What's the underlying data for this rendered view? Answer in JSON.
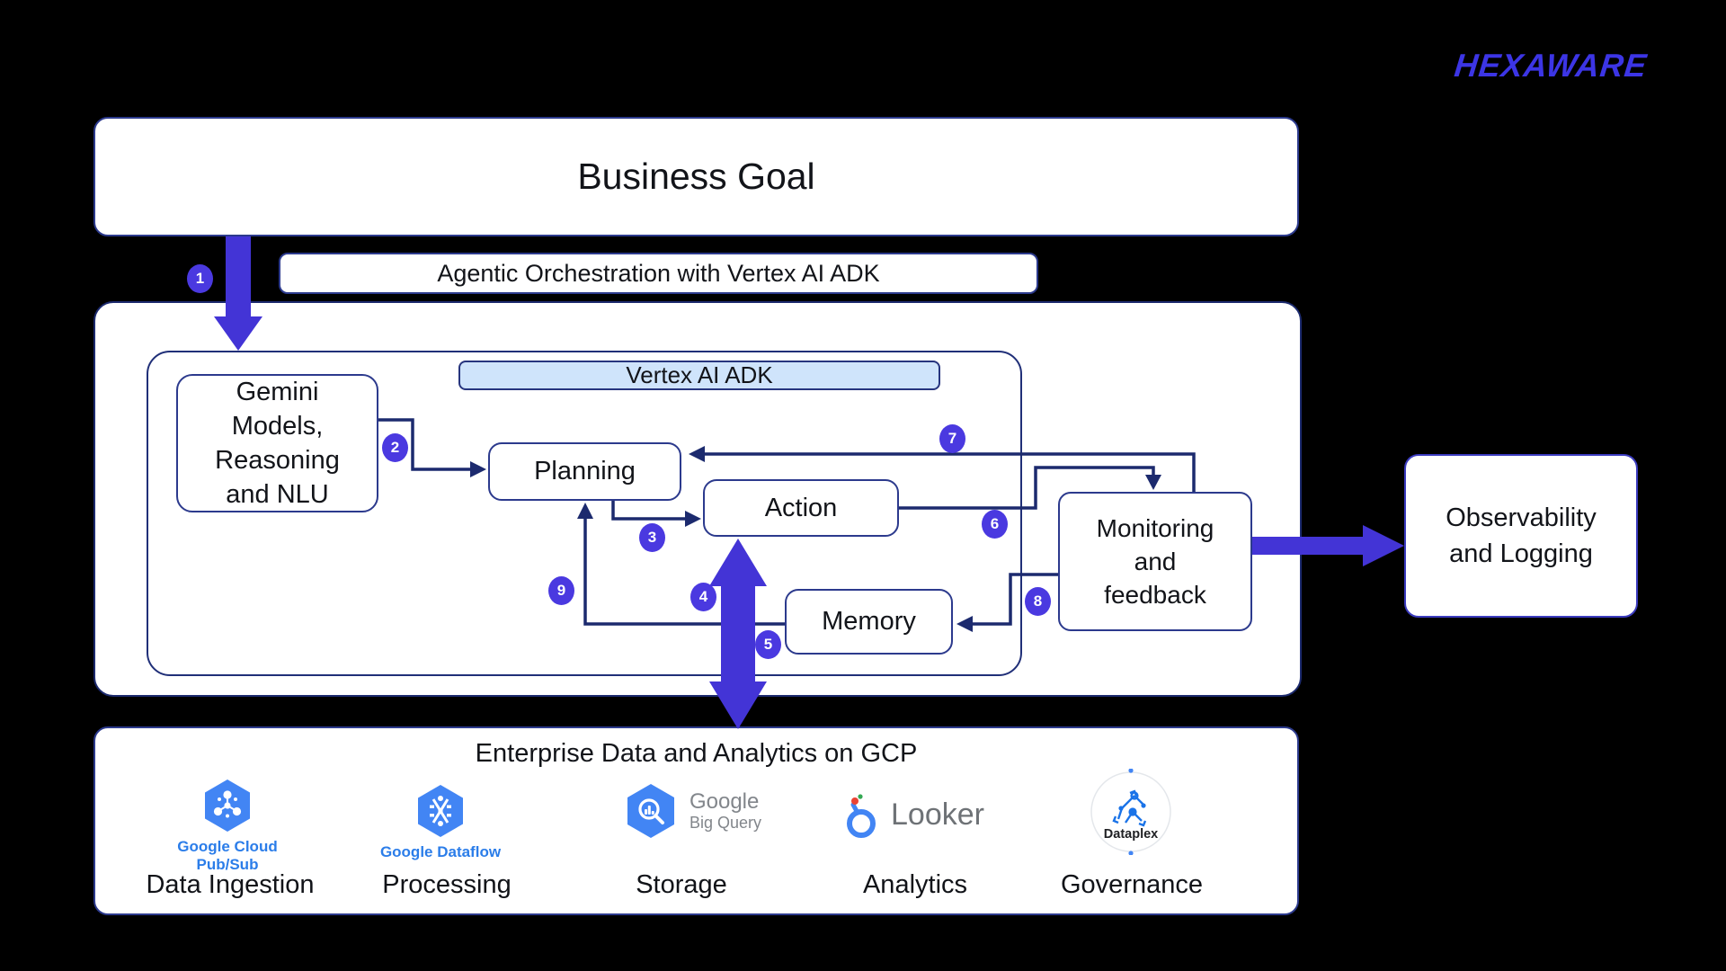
{
  "brand": {
    "logo": "HEXAWARE",
    "color": "#3c35e5"
  },
  "colors": {
    "background": "#000000",
    "line_navy": "#1c2a6e",
    "box_border_navy": "#2c3a8d",
    "thick_arrow_violet": "#4334d6",
    "badge_violet": "#4a39e0",
    "adk_header_bg": "#cfe4fb",
    "gcp_hexagon_blue": "#4285f4",
    "google_label_blue": "#2b7de9",
    "gray_logo_text": "#82868b"
  },
  "top": {
    "business_goal": "Business Goal",
    "banner": "Agentic Orchestration with Vertex AI ADK"
  },
  "adk": {
    "header": "Vertex AI ADK",
    "gemini_lines": [
      "Gemini",
      "Models,",
      "Reasoning",
      "and NLU"
    ],
    "planning": "Planning",
    "action": "Action",
    "memory": "Memory"
  },
  "monitoring_lines": [
    "Monitoring",
    "and",
    "feedback"
  ],
  "observability_lines": [
    "Observability",
    "and Logging"
  ],
  "steps": [
    "1",
    "2",
    "3",
    "4",
    "5",
    "6",
    "7",
    "8",
    "9"
  ],
  "enterprise": {
    "title": "Enterprise Data and Analytics on GCP",
    "items": [
      {
        "icon": "pubsub-hexagon-icon",
        "logo_lines": [
          "Google Cloud",
          "Pub/Sub"
        ],
        "label": "Data Ingestion"
      },
      {
        "icon": "dataflow-hexagon-icon",
        "logo_lines": [
          "Google Dataflow"
        ],
        "label": "Processing"
      },
      {
        "icon": "bigquery-hexagon-icon",
        "logo_lines": [
          "Google",
          "Big Query"
        ],
        "label": "Storage"
      },
      {
        "icon": "looker-icon",
        "logo_text": "Looker",
        "label": "Analytics"
      },
      {
        "icon": "dataplex-circle-icon",
        "logo_text": "Dataplex",
        "label": "Governance"
      }
    ]
  }
}
